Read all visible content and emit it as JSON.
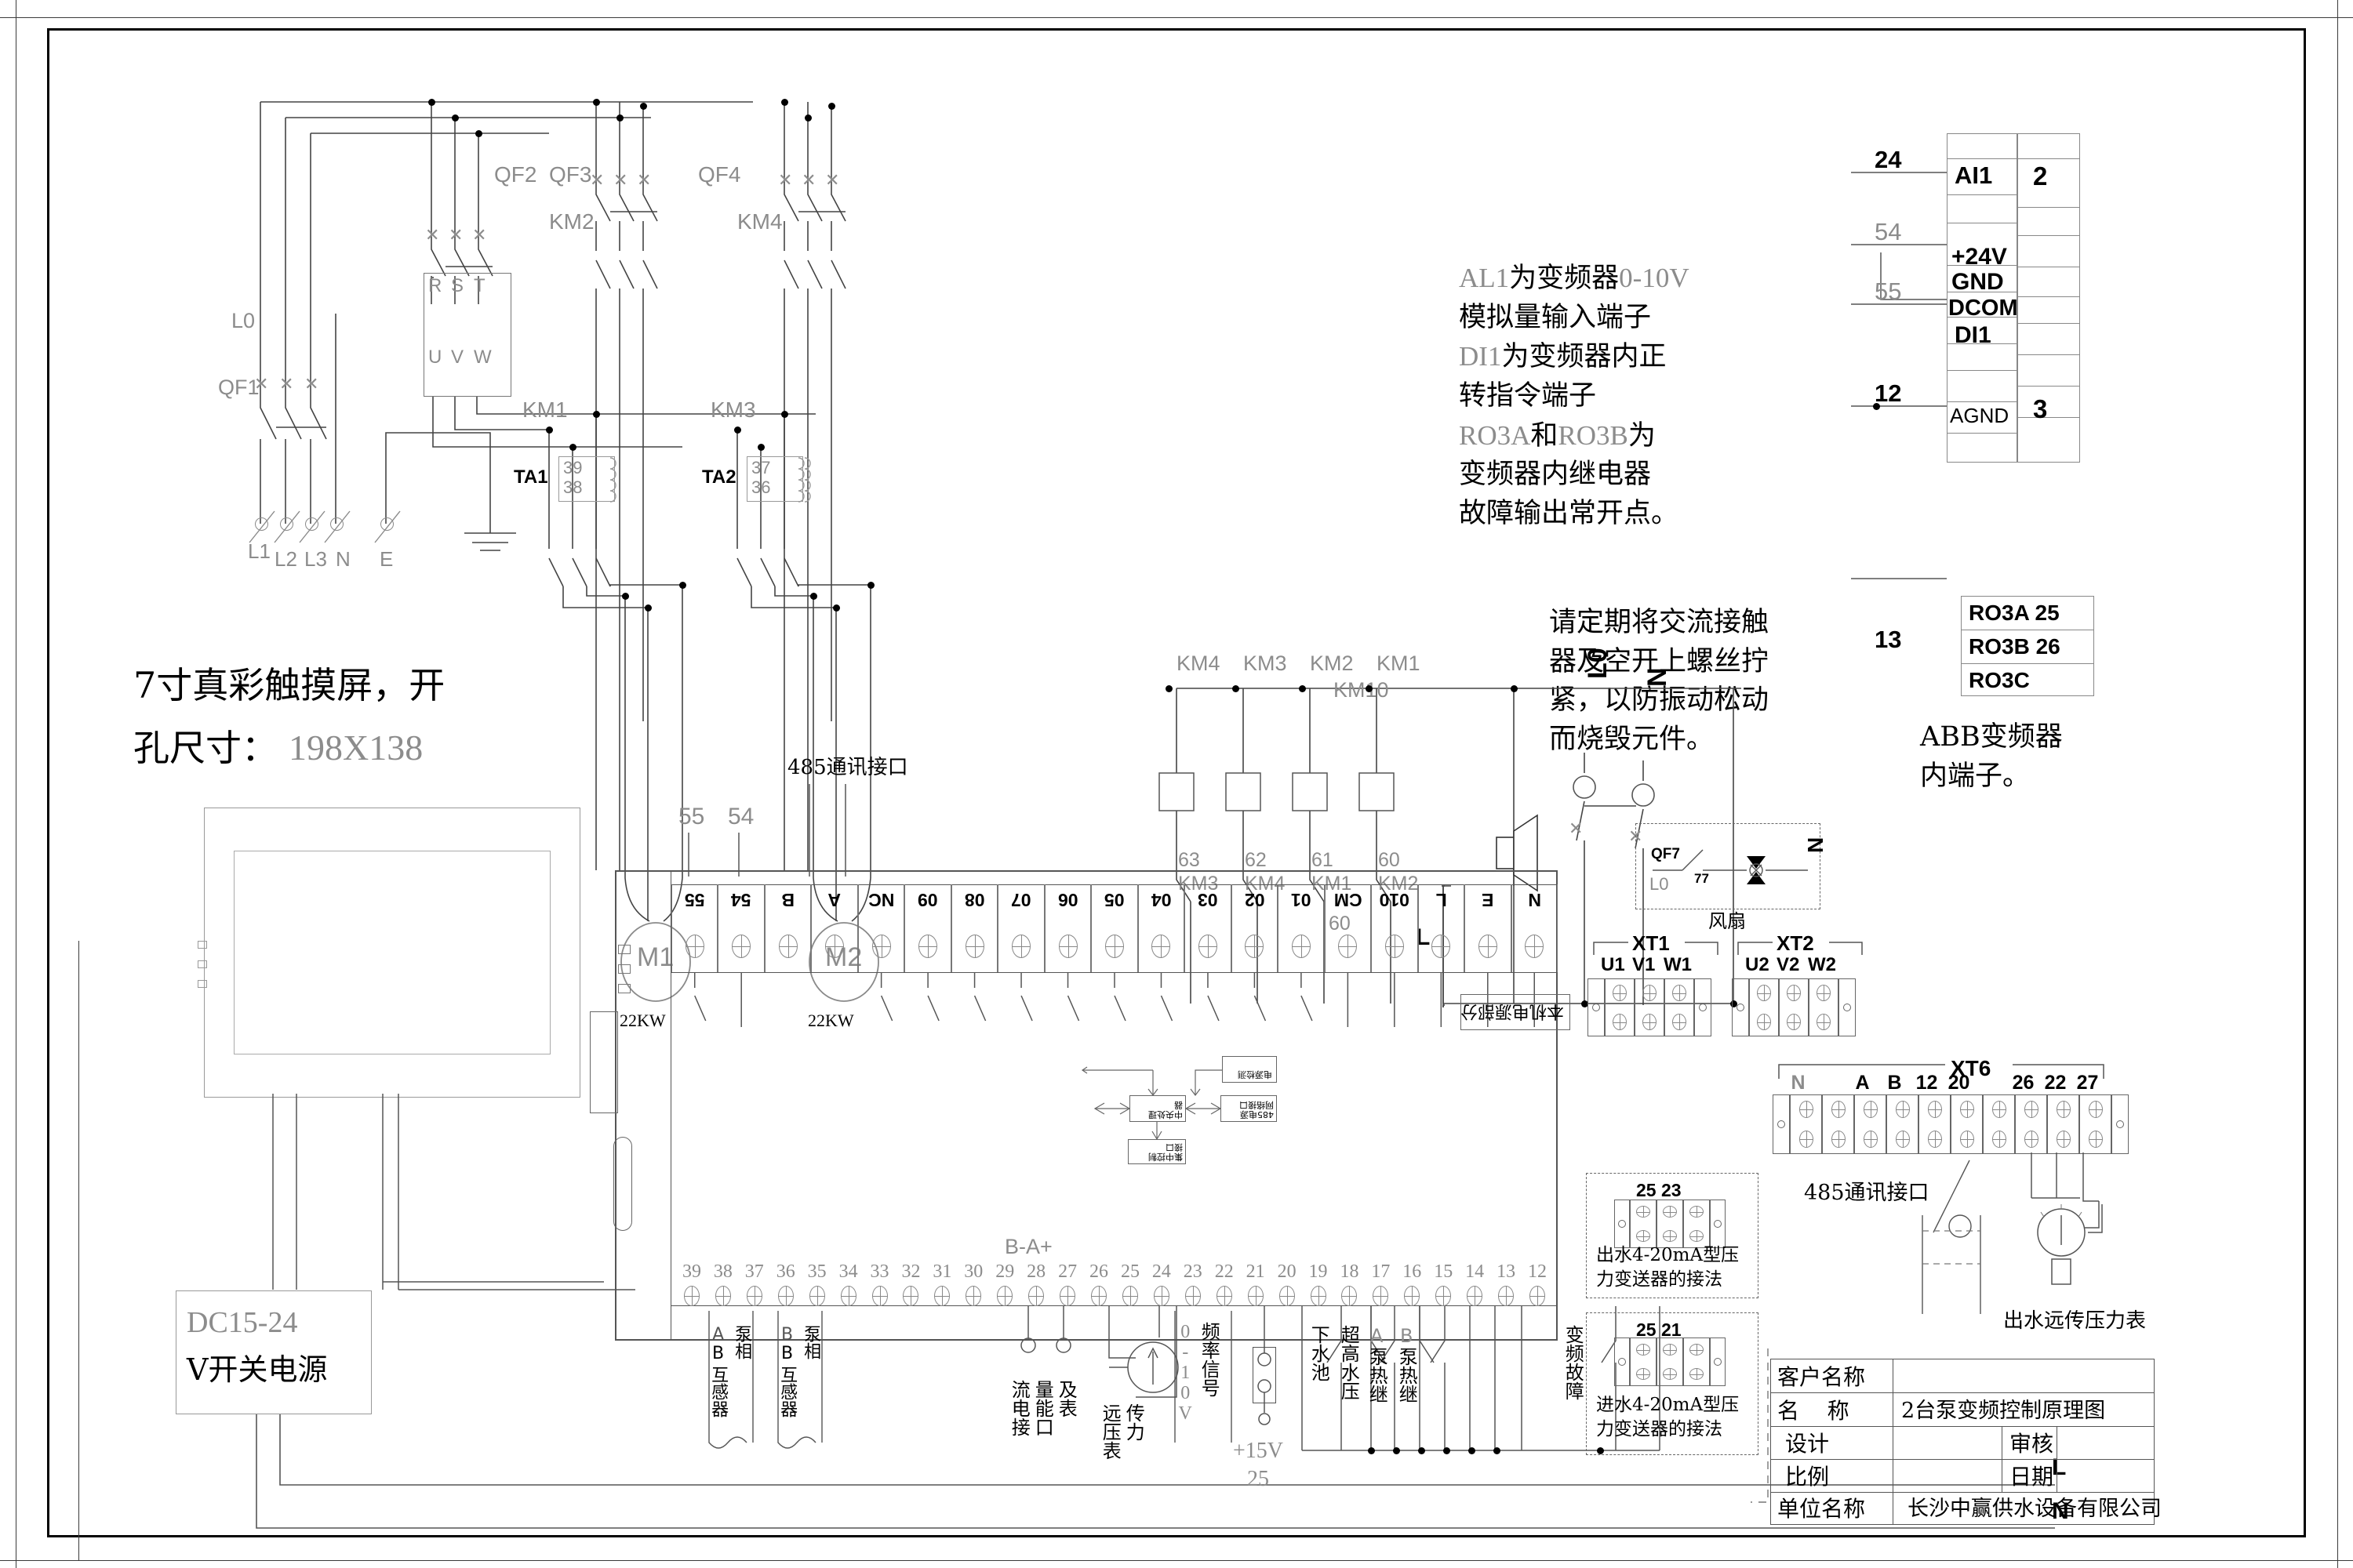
{
  "title_block": {
    "rows": [
      {
        "label": "客户名称",
        "value": ""
      },
      {
        "label": "名    称",
        "value": "2台泵变频控制原理图"
      },
      {
        "label": "设计",
        "value": "",
        "label2": "审核",
        "value2": ""
      },
      {
        "label": "比例",
        "value": "",
        "label2": "日期",
        "value2": ""
      },
      {
        "label": "单位名称",
        "value": "长沙中赢供水设备有限公司"
      }
    ]
  },
  "power_circuit": {
    "incoming_label": "L0",
    "main_breaker": "QF1",
    "incoming_terminals": [
      "L1",
      "L2",
      "L3",
      "N",
      "E"
    ],
    "vfd_breaker": "QF2",
    "vfd_input_terminals": [
      "R",
      "S",
      "T"
    ],
    "vfd_output_terminals": [
      "U",
      "V",
      "W"
    ],
    "breakers": [
      "QF3",
      "QF4"
    ],
    "contactors_top": [
      "KM2",
      "KM4"
    ],
    "contactors_bottom": [
      "KM1",
      "KM3"
    ],
    "ct1_name": "TA1",
    "ct1_terms": [
      "39",
      "38"
    ],
    "ct2_name": "TA2",
    "ct2_terms": [
      "37",
      "36"
    ],
    "motor1": "M1",
    "motor1_power": "22KW",
    "motor2": "M2",
    "motor2_power": "22KW"
  },
  "hmi": {
    "note": "7寸真彩触摸屏，开\n孔尺寸：  198X138",
    "note_line1": "7寸真彩触摸屏，开",
    "note_line2_cn": "孔尺寸：",
    "note_line2_num": "198X138",
    "psu_line1": "DC15-24",
    "psu_line2": "V开关电源",
    "l_label": "L",
    "n_label": "N"
  },
  "notes": {
    "vfd_note": "AL1为变频器0-10V\n模拟量输入端子\nDI1为变频器内正\n转指令端子\nRO3A和RO3B为\n变频器内继电器\n故障输出常开点。",
    "vfd_note_lines": [
      {
        "gray": "AL1",
        "black": "为变频器",
        "gray2": "0-10V"
      },
      {
        "black": "模拟量输入端子"
      },
      {
        "gray": "DI1",
        "black": "为变频器内正"
      },
      {
        "black": "转指令端子"
      },
      {
        "gray": "RO3A",
        "black": "和",
        "gray2": "RO3B",
        "black2": "为"
      },
      {
        "black": "变频器内继电器"
      },
      {
        "black": "故障输出常开点。"
      }
    ],
    "maintenance_note": "请定期将交流接触\n器及空开上螺丝拧\n紧，以防振动松动\n而烧毁元件。",
    "abb_label": "ABB变频器\n内端子。",
    "abb_label_l1": "ABB变频器",
    "abb_label_l2": "内端子。"
  },
  "abb_terminals": {
    "left_numbers": [
      "24",
      "54",
      "55",
      "12",
      "13"
    ],
    "names": [
      "AI1",
      "+24V",
      "GND",
      "DCOM",
      "DI1",
      "AGND"
    ],
    "right_numbers": [
      "2",
      "3"
    ],
    "relay_rows": [
      "RO3A 25",
      "RO3B 26",
      "RO3C"
    ]
  },
  "plc": {
    "rs485_label_top": "485通讯接口",
    "top_left_numbers": [
      "55",
      "54"
    ],
    "top_terminals": [
      "55",
      "54",
      "B",
      "A",
      "NC",
      "09",
      "08",
      "07",
      "06",
      "05",
      "04",
      "03",
      "02",
      "01",
      "CM",
      "010",
      "L",
      "E",
      "N"
    ],
    "bottom_terminals": [
      "39",
      "38",
      "37",
      "36",
      "35",
      "34",
      "33",
      "32",
      "31",
      "30",
      "29",
      "28",
      "27",
      "26",
      "25",
      "24",
      "23",
      "22",
      "21",
      "20",
      "19",
      "18",
      "17",
      "16",
      "15",
      "14",
      "13",
      "12"
    ],
    "bus_label": "B-A+",
    "power_tag": "本机电源部分",
    "inner_blocks": [
      "485电源网络接口",
      "中央处理器",
      "集中控制接口",
      "电源检测"
    ],
    "bottom_labels": [
      "A泵B相互感器",
      "B泵B相互感器",
      "流量及电能表接口",
      "远传压力表",
      "0-10V频率信号",
      "下水池",
      "超高水压",
      "A泵热继",
      "B泵热继",
      "变频故障"
    ],
    "plus15v": "+15V",
    "plus15v_num": "25"
  },
  "relay_panel": {
    "coil_labels_top": [
      "KM4",
      "KM3",
      "KM2",
      "KM1"
    ],
    "coil_numbers": [
      "63",
      "62",
      "61",
      "60"
    ],
    "interlock_labels": [
      "KM3",
      "KM4",
      "KM1",
      "KM2"
    ],
    "km10": "KM10",
    "km10_num": "60",
    "l0": "L0",
    "n": "N",
    "l": "L"
  },
  "fan_box": {
    "breaker": "QF7",
    "source": "L0",
    "wire_num": "77",
    "n": "N",
    "caption": "风扇"
  },
  "terminal_blocks": {
    "xt1": {
      "name": "XT1",
      "labels": [
        "U1",
        "V1",
        "W1"
      ]
    },
    "xt2": {
      "name": "XT2",
      "labels": [
        "U2",
        "V2",
        "W2"
      ]
    },
    "xt6": {
      "name": "XT6",
      "labels": [
        "N",
        "",
        "A",
        "B",
        "12",
        "20",
        "",
        "26",
        "22",
        "27"
      ],
      "caption": "485通讯接口"
    },
    "out_transducer": {
      "nums": "25 23",
      "caption": "出水4-20mA型压\n力变送器的接法",
      "l1": "出水4-20mA型压",
      "l2": "力变送器的接法"
    },
    "in_transducer": {
      "nums": "25 21",
      "caption": "进水4-20mA型压\n力变送器的接法",
      "l1": "进水4-20mA型压",
      "l2": "力变送器的接法"
    },
    "remote_gauge_caption": "出水远传压力表"
  }
}
